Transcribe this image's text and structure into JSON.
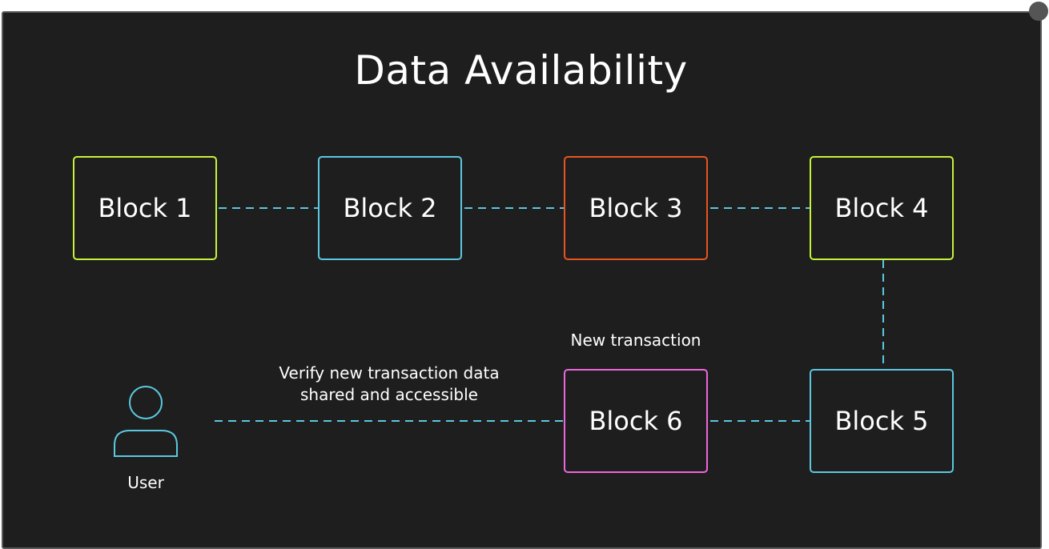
{
  "title": "Data Availability",
  "colors": {
    "background": "#1e1e1e",
    "frame_border": "#5a5a5a",
    "connector": "#5bc8e0",
    "lime": "#c6f33a",
    "cyan": "#5bc8e0",
    "orange": "#e8541f",
    "pink": "#ee66dd"
  },
  "blocks": [
    {
      "label": "Block 1",
      "color": "#c6f33a"
    },
    {
      "label": "Block 2",
      "color": "#5bc8e0"
    },
    {
      "label": "Block 3",
      "color": "#e8541f"
    },
    {
      "label": "Block 4",
      "color": "#c6f33a"
    },
    {
      "label": "Block 5",
      "color": "#5bc8e0"
    },
    {
      "label": "Block 6",
      "color": "#ee66dd"
    }
  ],
  "annotations": {
    "new_transaction": "New transaction",
    "verify_line1": "Verify new transaction data",
    "verify_line2": "shared and accessible"
  },
  "user": {
    "label": "User",
    "icon": "user-icon"
  }
}
